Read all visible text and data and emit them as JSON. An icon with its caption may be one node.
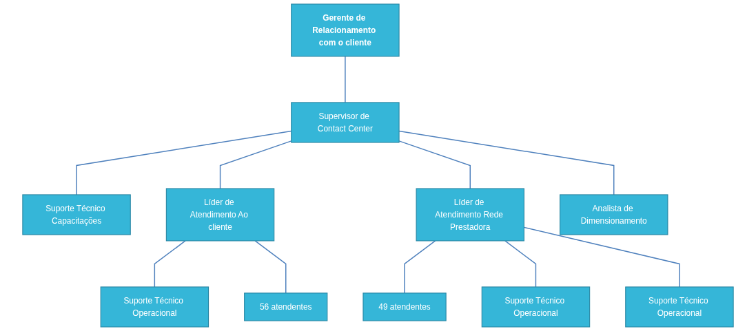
{
  "diagram": {
    "nodes": [
      {
        "text": [
          "Gerente de Relacionamento com o cliente"
        ]
      },
      {
        "text": [
          "Supervisor de Contact Center"
        ]
      },
      {
        "text": [
          "Suporte Técnico Capacitações"
        ]
      },
      {
        "text": [
          "Líder de Atendimento Ao cliente"
        ]
      },
      {
        "text": [
          "Líder de Atendimento Rede Prestadora"
        ]
      },
      {
        "text": [
          "Analista de Dimensionamento"
        ]
      },
      {
        "text": [
          "Suporte Técnico Operacional"
        ]
      },
      {
        "text": [
          "56 atendentes"
        ]
      },
      {
        "text": [
          "49 atendentes"
        ]
      },
      {
        "text": [
          "Suporte Técnico Operacional"
        ]
      },
      {
        "text": [
          "Suporte Técnico Operacional"
        ]
      }
    ],
    "edges": [
      {
        "from": 0,
        "to": 1,
        "arrow": "none"
      },
      {
        "from": 1,
        "to": 2,
        "arrow": "none"
      },
      {
        "from": 1,
        "to": 3,
        "arrow": "none"
      },
      {
        "from": 1,
        "to": 4,
        "arrow": "none"
      },
      {
        "from": 1,
        "to": 5,
        "arrow": "none"
      },
      {
        "from": 3,
        "to": 6,
        "arrow": "none"
      },
      {
        "from": 3,
        "to": 7,
        "arrow": "none"
      },
      {
        "from": 4,
        "to": 8,
        "arrow": "none"
      },
      {
        "from": 4,
        "to": 9,
        "arrow": "none"
      },
      {
        "from": 4,
        "to": 10,
        "arrow": "none"
      }
    ]
  }
}
